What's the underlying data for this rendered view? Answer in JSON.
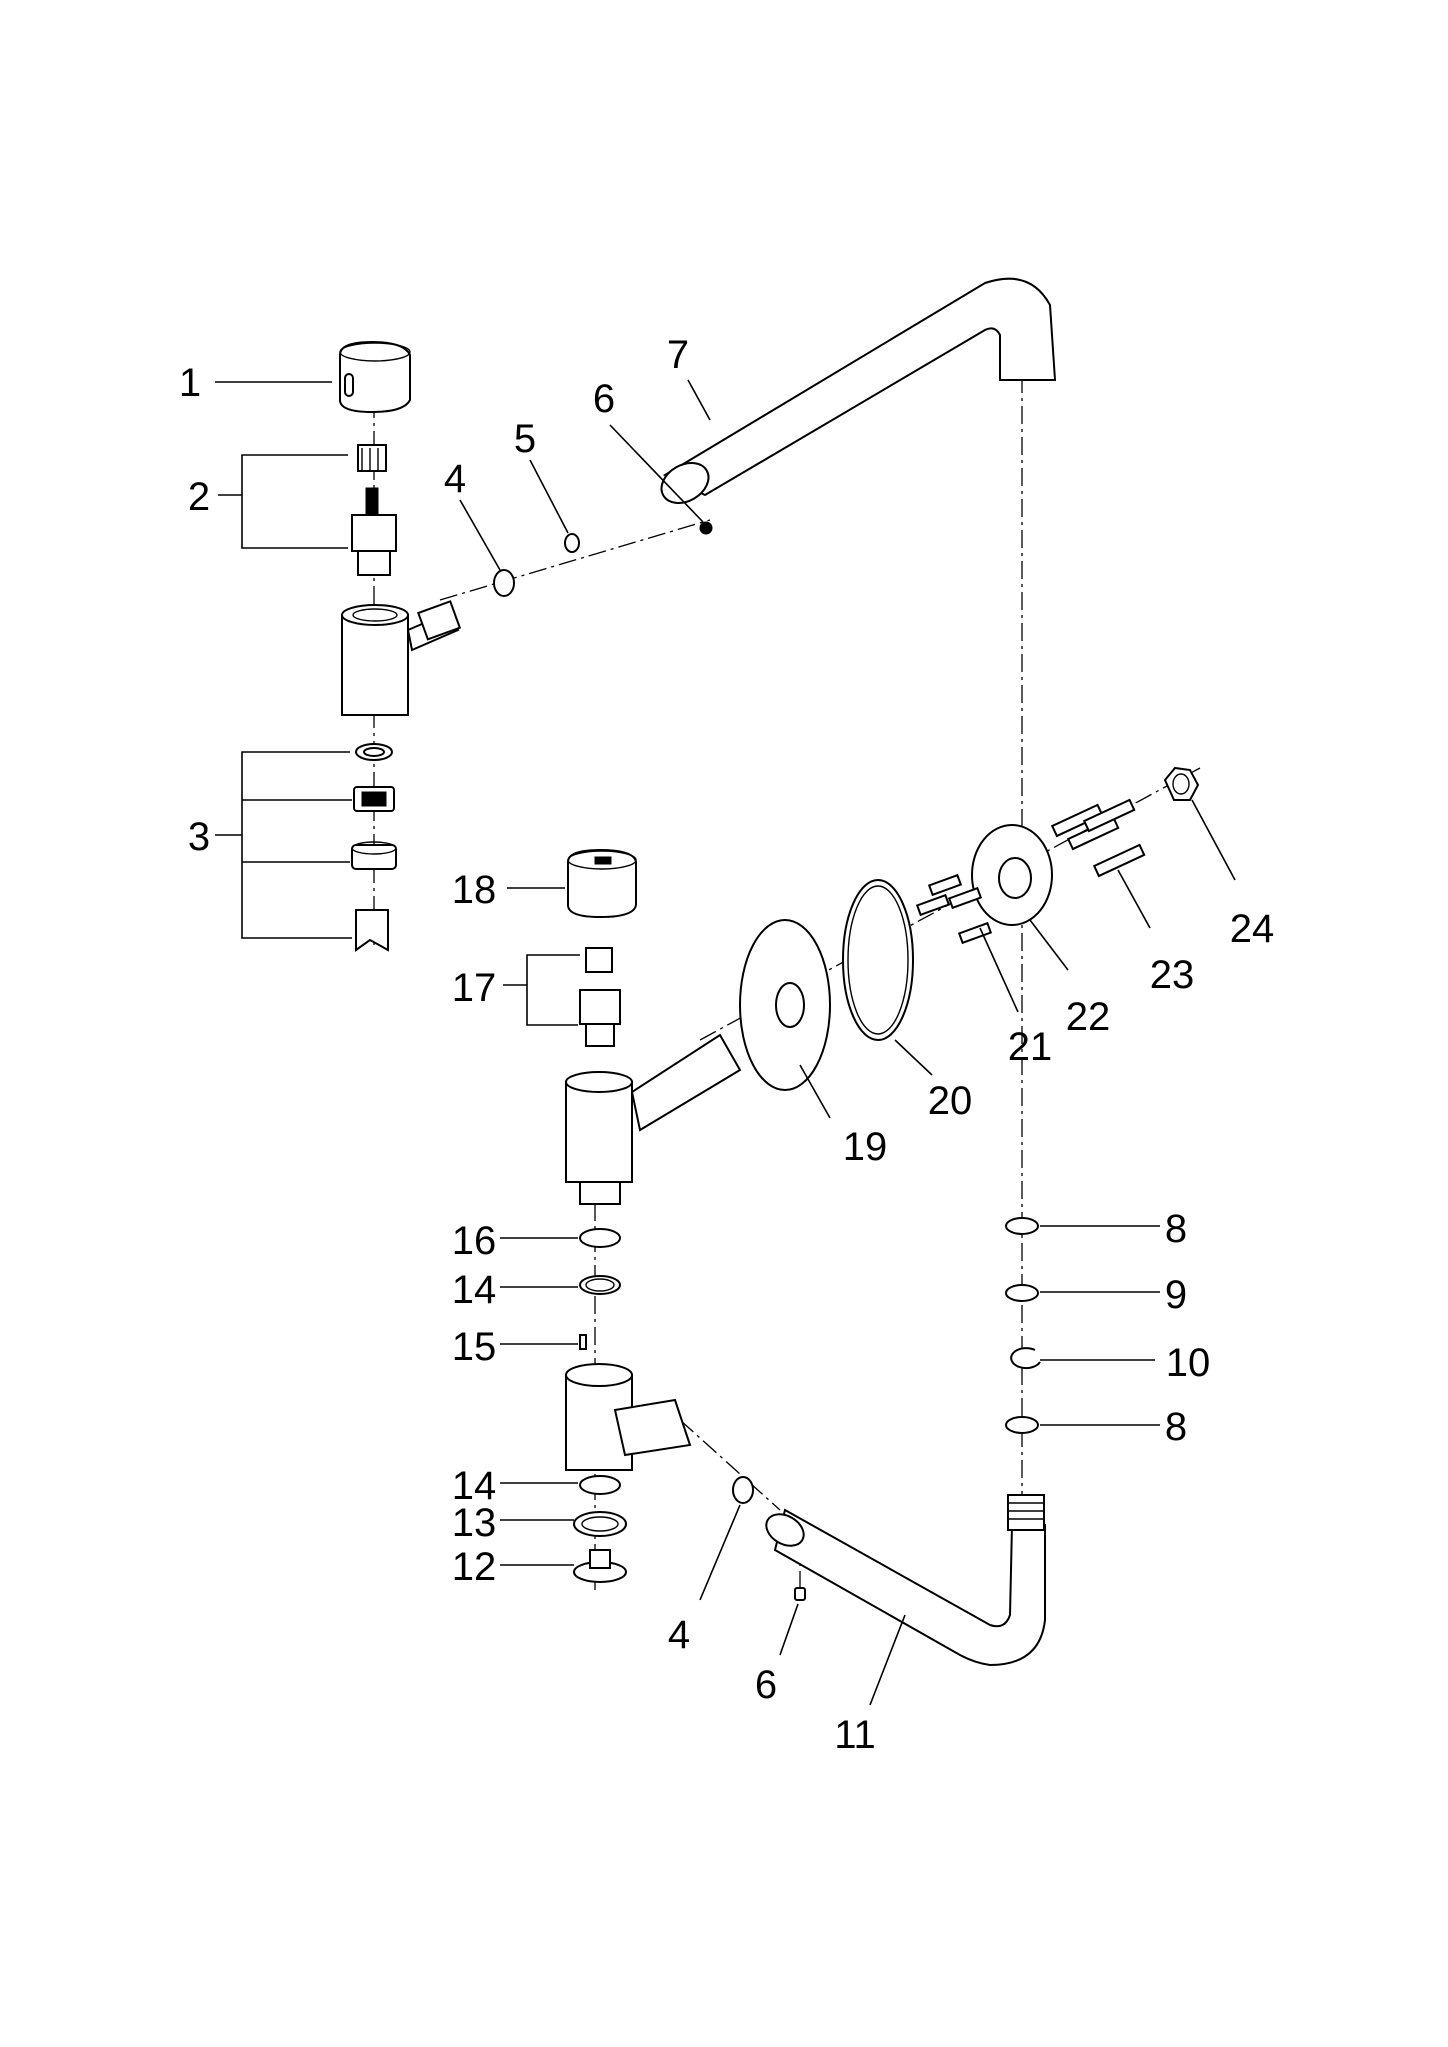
{
  "diagram": {
    "callouts": [
      {
        "id": "c1",
        "label": "1"
      },
      {
        "id": "c2",
        "label": "2"
      },
      {
        "id": "c3",
        "label": "3"
      },
      {
        "id": "c4a",
        "label": "4"
      },
      {
        "id": "c5",
        "label": "5"
      },
      {
        "id": "c6a",
        "label": "6"
      },
      {
        "id": "c7",
        "label": "7"
      },
      {
        "id": "c8a",
        "label": "8"
      },
      {
        "id": "c9",
        "label": "9"
      },
      {
        "id": "c10",
        "label": "10"
      },
      {
        "id": "c8b",
        "label": "8"
      },
      {
        "id": "c11",
        "label": "11"
      },
      {
        "id": "c6b",
        "label": "6"
      },
      {
        "id": "c4b",
        "label": "4"
      },
      {
        "id": "c12",
        "label": "12"
      },
      {
        "id": "c13",
        "label": "13"
      },
      {
        "id": "c14a",
        "label": "14"
      },
      {
        "id": "c14b",
        "label": "14"
      },
      {
        "id": "c15",
        "label": "15"
      },
      {
        "id": "c16",
        "label": "16"
      },
      {
        "id": "c17",
        "label": "17"
      },
      {
        "id": "c18",
        "label": "18"
      },
      {
        "id": "c19",
        "label": "19"
      },
      {
        "id": "c20",
        "label": "20"
      },
      {
        "id": "c21",
        "label": "21"
      },
      {
        "id": "c22",
        "label": "22"
      },
      {
        "id": "c23",
        "label": "23"
      },
      {
        "id": "c24",
        "label": "24"
      }
    ]
  }
}
